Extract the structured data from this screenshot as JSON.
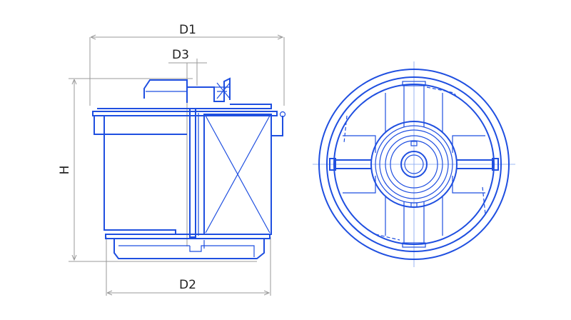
{
  "labels": {
    "d1": "D1",
    "d2": "D2",
    "d3": "D3",
    "h": "H"
  },
  "colors": {
    "line": "#1f4fe0",
    "dimension": "#9a9a9a",
    "text": "#222222"
  }
}
